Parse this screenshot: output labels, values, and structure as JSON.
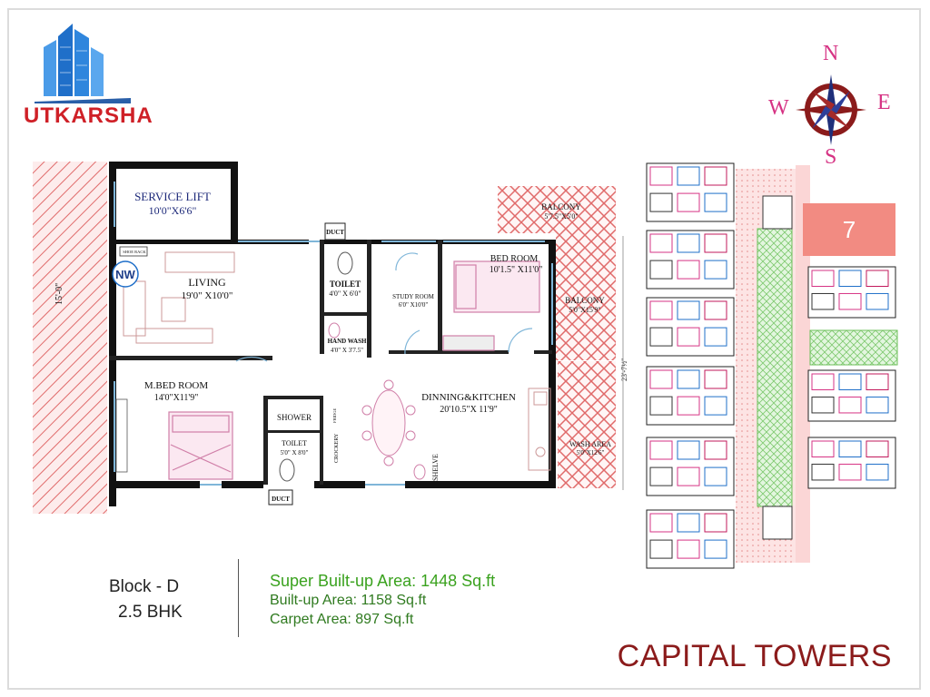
{
  "brand": {
    "name": "UTKARSHA"
  },
  "compass": {
    "north": "N",
    "south": "S",
    "east": "E",
    "west": "W"
  },
  "rooms": {
    "service_lift": {
      "name": "SERVICE LIFT",
      "size": "10'0\"X6'6\""
    },
    "living": {
      "name": "LIVING",
      "size": "19'0\" X10'0\""
    },
    "toilet1": {
      "name": "TOILET",
      "size": "4'0\" X 6'0\""
    },
    "hand_wash": {
      "name": "HAND WASH",
      "size": "4'0\" X 3'7.5\""
    },
    "study": {
      "name": "STUDY ROOM",
      "size": "6'0\" X10'0\""
    },
    "bed_room": {
      "name": "BED ROOM",
      "size": "10'1.5\" X11'0\""
    },
    "balcony1": {
      "name": "BALCONY",
      "size": "5'7.5\"X5'0\""
    },
    "balcony2": {
      "name": "BALCONY",
      "size": "5'0\"X15'9\""
    },
    "mbed": {
      "name": "M.BED ROOM",
      "size": "14'0\"X11'9\""
    },
    "shower": {
      "name": "SHOWER"
    },
    "toilet2": {
      "name": "TOILET",
      "size": "5'0\" X 8'0\""
    },
    "dining": {
      "name": "DINNING&KITCHEN",
      "size": "20'10.5\"X 11'9\""
    },
    "wash": {
      "name": "WASH AREA",
      "size": "5'0\"X12'6\""
    }
  },
  "labels": {
    "duct": "DUCT",
    "nw": "NW",
    "shoe_rack": "SHOE RACK",
    "crockery": "CROCKERY",
    "shelve": "SHELVE",
    "fridge": "FRIDGE",
    "dim_left": "15'-0\"",
    "dim_right": "23'-7½\""
  },
  "site": {
    "highlight_number": "7"
  },
  "unit": {
    "block": "Block - D",
    "type": "2.5 BHK"
  },
  "areas": {
    "super_built_up": "Super Built-up Area: 1448 Sq.ft",
    "built_up": "Built-up Area: 1158 Sq.ft",
    "carpet": "Carpet Area: 897 Sq.ft"
  },
  "project": {
    "name": "CAPITAL TOWERS"
  },
  "colors": {
    "brand_red": "#cf2027",
    "building_blue": "#1f6fc9",
    "project_maroon": "#8b1b1b",
    "area_green": "#3aa21e",
    "highlight": "#f28b82",
    "hatch": "#e06a6a"
  }
}
